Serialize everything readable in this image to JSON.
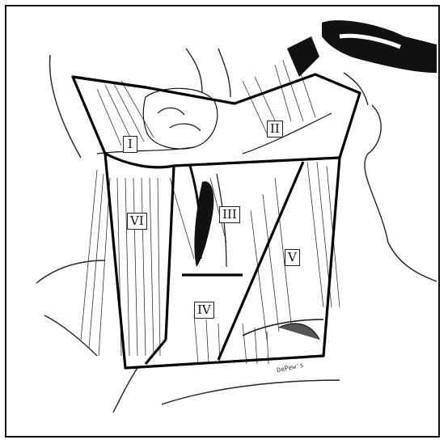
{
  "figure": {
    "levels": [
      {
        "id": "I",
        "label": "I"
      },
      {
        "id": "II",
        "label": "II"
      },
      {
        "id": "III",
        "label": "III"
      },
      {
        "id": "IV",
        "label": "IV"
      },
      {
        "id": "V",
        "label": "V"
      },
      {
        "id": "VI",
        "label": "VI"
      }
    ],
    "signature": "DePew's"
  }
}
